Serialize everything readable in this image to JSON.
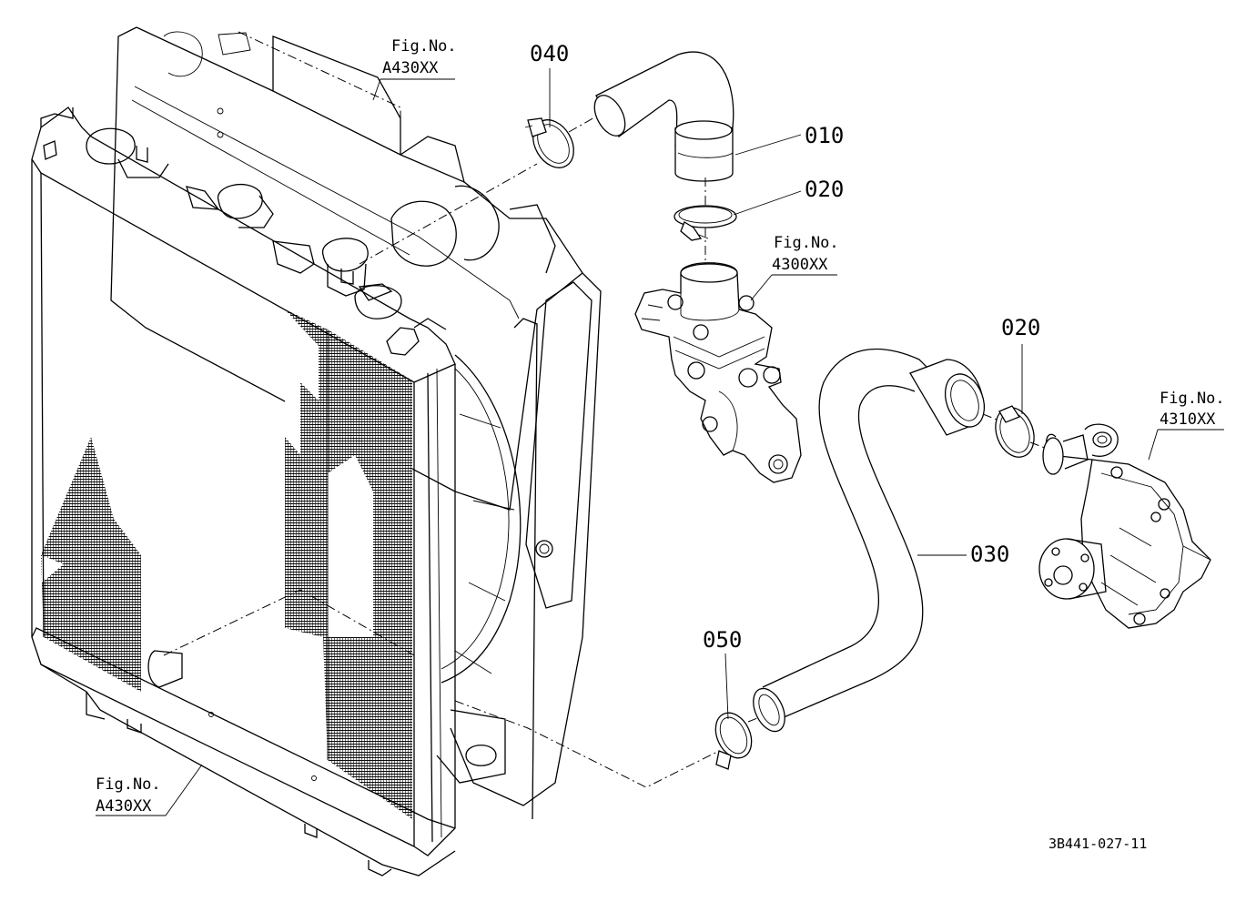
{
  "parts": [
    {
      "id": "010"
    },
    {
      "id": "020"
    },
    {
      "id": "020"
    },
    {
      "id": "030"
    },
    {
      "id": "040"
    },
    {
      "id": "050"
    }
  ],
  "references": [
    {
      "line1": "Fig.No.",
      "line2": "A430XX"
    },
    {
      "line1": "Fig.No.",
      "line2": "4300XX"
    },
    {
      "line1": "Fig.No.",
      "line2": "4310XX"
    },
    {
      "line1": "Fig.No.",
      "line2": "A430XX"
    }
  ],
  "drawing_code": "3B441-027-11"
}
